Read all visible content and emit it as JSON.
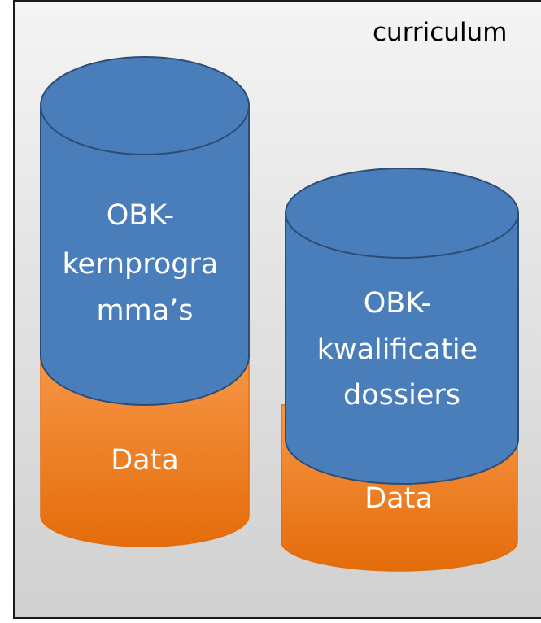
{
  "panel": {
    "title": "curriculum",
    "colors": {
      "background_light": "#f4f4f4",
      "background_dark": "#d0d0d0",
      "border": "#1a1a1a"
    }
  },
  "cylinders": [
    {
      "name": "obk-kernprogrammas",
      "top_label_lines": [
        "OBK-",
        "kernprogra",
        "mma’s"
      ],
      "bottom_label": "Data"
    },
    {
      "name": "obk-kwalificatiedossiers",
      "top_label_lines": [
        "OBK-",
        "kwalificatie",
        "dossiers"
      ],
      "bottom_label": "Data"
    }
  ],
  "colors": {
    "blue_fill": "#4a7ebb",
    "blue_stroke": "#2c4d75",
    "orange_light": "#f79646",
    "orange_dark": "#e46c0a",
    "label_text": "#ffffff",
    "title_text": "#000000"
  }
}
